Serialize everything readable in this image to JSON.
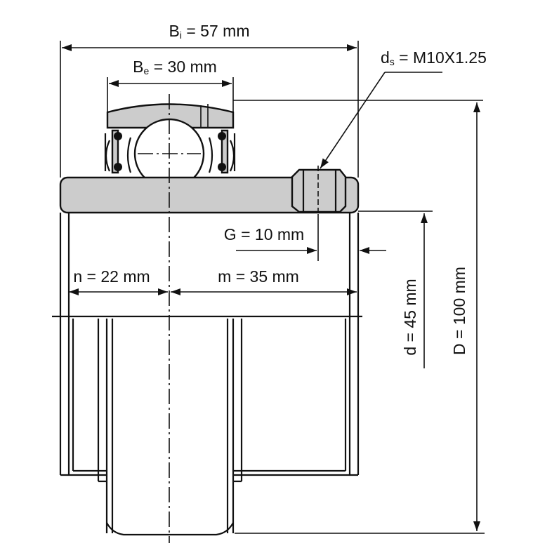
{
  "labels": {
    "bi": {
      "symbol": "B",
      "sub": "i",
      "value": " = 57 mm"
    },
    "be": {
      "symbol": "B",
      "sub": "e",
      "value": " = 30 mm"
    },
    "ds": {
      "symbol": "d",
      "sub": "s",
      "value": " = M10X1.25"
    },
    "g": "G = 10 mm",
    "n": "n = 22 mm",
    "m": "m = 35 mm",
    "d": "d = 45 mm",
    "D": "D = 100 mm"
  },
  "colors": {
    "line": "#111111",
    "fill": "#cccccc",
    "background": "#ffffff"
  }
}
